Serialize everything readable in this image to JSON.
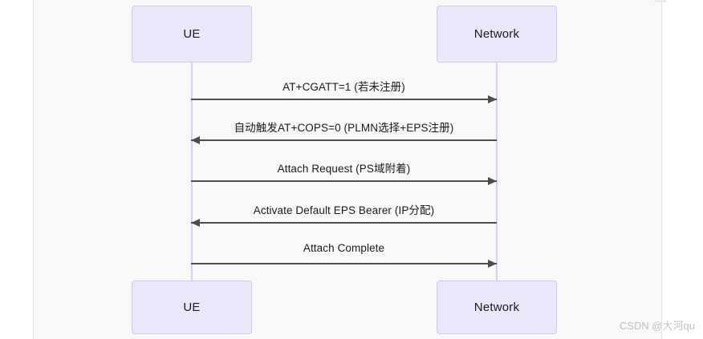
{
  "diagram": {
    "type": "sequence-diagram",
    "participants": [
      {
        "id": "ue",
        "label": "UE"
      },
      {
        "id": "network",
        "label": "Network"
      }
    ],
    "messages": [
      {
        "index": 1,
        "label": "AT+CGATT=1 (若未注册)",
        "from": "ue",
        "to": "network",
        "direction": "right"
      },
      {
        "index": 2,
        "label": "自动触发AT+COPS=0 (PLMN选择+EPS注册)",
        "from": "network",
        "to": "ue",
        "direction": "left"
      },
      {
        "index": 3,
        "label": "Attach Request (PS域附着)",
        "from": "ue",
        "to": "network",
        "direction": "right"
      },
      {
        "index": 4,
        "label": "Activate Default EPS Bearer (IP分配)",
        "from": "network",
        "to": "ue",
        "direction": "left"
      },
      {
        "index": 5,
        "label": "Attach Complete",
        "from": "ue",
        "to": "network",
        "direction": "right"
      }
    ],
    "colors": {
      "canvas_background": "#f8f8f8",
      "box_fill": "#e9e8fb",
      "box_border": "#cfcaef",
      "lifeline": "#d6d0f2",
      "arrow": "#4d4d4d",
      "text": "#1b1b1b"
    }
  },
  "watermark": {
    "text": "CSDN @大河qu"
  }
}
